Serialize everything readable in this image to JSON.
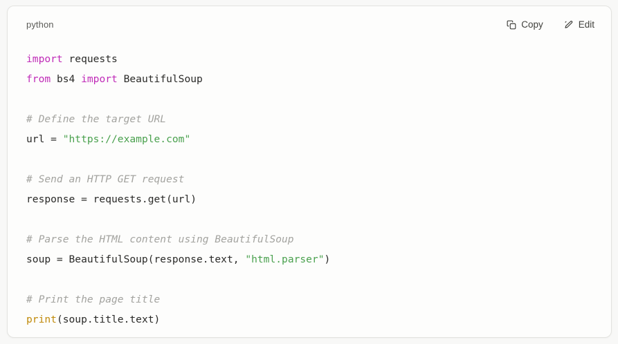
{
  "header": {
    "language_label": "python",
    "copy_button": {
      "label": "Copy",
      "icon": "copy-icon"
    },
    "edit_button": {
      "label": "Edit",
      "icon": "pencil-icon"
    }
  },
  "code": {
    "language": "python",
    "lines": [
      {
        "tokens": [
          {
            "t": "kw",
            "v": "import"
          },
          {
            "t": "txt",
            "v": " requests"
          }
        ]
      },
      {
        "tokens": [
          {
            "t": "kw",
            "v": "from"
          },
          {
            "t": "txt",
            "v": " bs4 "
          },
          {
            "t": "kw",
            "v": "import"
          },
          {
            "t": "txt",
            "v": " BeautifulSoup"
          }
        ]
      },
      {
        "tokens": []
      },
      {
        "tokens": [
          {
            "t": "cm",
            "v": "# Define the target URL"
          }
        ]
      },
      {
        "tokens": [
          {
            "t": "txt",
            "v": "url = "
          },
          {
            "t": "str",
            "v": "\"https://example.com\""
          }
        ]
      },
      {
        "tokens": []
      },
      {
        "tokens": [
          {
            "t": "cm",
            "v": "# Send an HTTP GET request"
          }
        ]
      },
      {
        "tokens": [
          {
            "t": "txt",
            "v": "response = requests.get(url)"
          }
        ]
      },
      {
        "tokens": []
      },
      {
        "tokens": [
          {
            "t": "cm",
            "v": "# Parse the HTML content using BeautifulSoup"
          }
        ]
      },
      {
        "tokens": [
          {
            "t": "txt",
            "v": "soup = BeautifulSoup(response.text, "
          },
          {
            "t": "str",
            "v": "\"html.parser\""
          },
          {
            "t": "txt",
            "v": ")"
          }
        ]
      },
      {
        "tokens": []
      },
      {
        "tokens": [
          {
            "t": "cm",
            "v": "# Print the page title"
          }
        ]
      },
      {
        "tokens": [
          {
            "t": "fn",
            "v": "print"
          },
          {
            "t": "txt",
            "v": "(soup.title.text)"
          }
        ]
      }
    ]
  },
  "colors": {
    "keyword": "#c02cb8",
    "string": "#4aa14e",
    "comment": "#a3a39f",
    "function": "#c08a0a",
    "code_default": "#2a2a28",
    "card_background": "#fdfdfc",
    "page_background": "#f8f8f7",
    "border": "#e3e3e0"
  }
}
